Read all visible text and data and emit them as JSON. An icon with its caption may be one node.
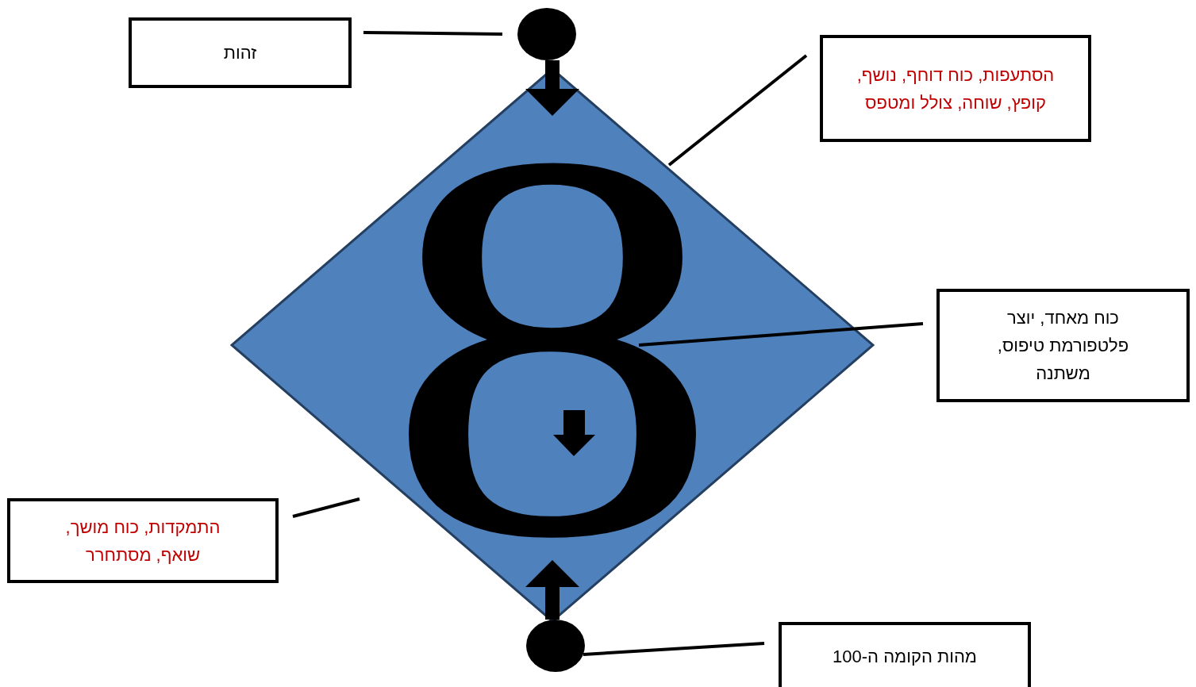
{
  "diagram": {
    "nodes": [
      {
        "text": [
          "זהות"
        ]
      },
      {
        "text": [],
        "shape": "circle"
      },
      {
        "text": [
          "הסתעפות, כוח דוחף, נושף, קופץ, שוחה, צולל ומטפס"
        ]
      },
      {
        "text": [
          "8"
        ]
      },
      {
        "text": [
          "כוח מאחד, יוצר פלטפורמת טיפוס, משתנה"
        ]
      },
      {
        "text": [
          "התמקדות, כוח מושך, שואף, מסתחרר"
        ]
      },
      {
        "text": [],
        "shape": "circle"
      },
      {
        "text": [
          "מהות הקומה ה-100"
        ]
      }
    ],
    "edges": [
      {
        "from": 0,
        "to": 1,
        "arrow": "none"
      },
      {
        "from": 1,
        "to": 3,
        "arrow": "to",
        "style": "thick"
      },
      {
        "from": 2,
        "to": 3,
        "arrow": "none"
      },
      {
        "from": 4,
        "to": 3,
        "arrow": "none"
      },
      {
        "from": 5,
        "to": 3,
        "arrow": "none"
      },
      {
        "from": 6,
        "to": 3,
        "arrow": "to",
        "style": "thick"
      },
      {
        "from": 7,
        "to": 6,
        "arrow": "none"
      }
    ]
  }
}
